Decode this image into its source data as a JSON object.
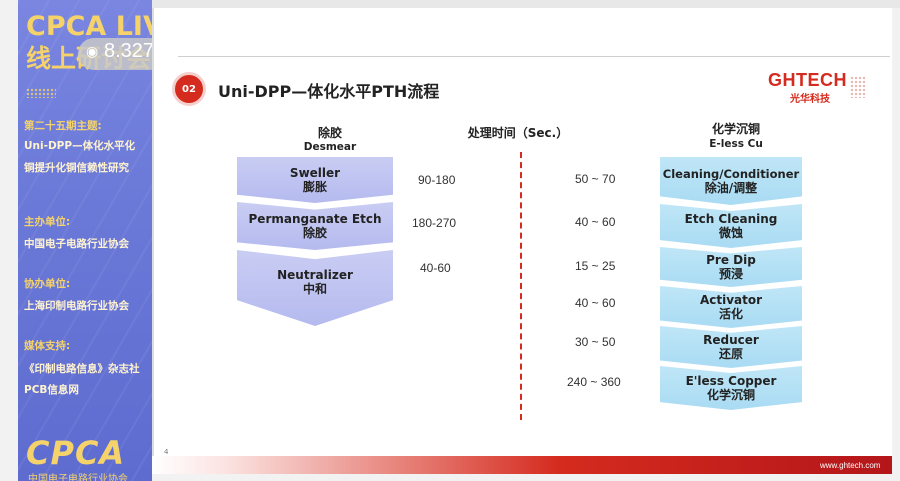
{
  "sidebar": {
    "logo_line1": "CPCA LIVE",
    "logo_line2": "线上研讨会",
    "topic_label": "第二十五期主题:",
    "topic_line1": "Uni-DPP—体化水平化",
    "topic_line2": "铜提升化铜信赖性研究",
    "host_label": "主办单位:",
    "host_value": "中国电子电路行业协会",
    "co_label": "协办单位:",
    "co_value": "上海印制电路行业协会",
    "media_label": "媒体支持:",
    "media_value1": "《印制电路信息》杂志社",
    "media_value2": "PCB信息网",
    "footer_logo": "CPCA",
    "footer_sub": "中国电子电路行业协会"
  },
  "viewer": {
    "count": "8.327"
  },
  "slide": {
    "badge": "02",
    "title": "Uni-DPP—体化水平PTH流程",
    "brand": "GHTECH",
    "brand_sub": "光华科技",
    "left_head": "除胶",
    "left_head_sub": "Desmear",
    "mid_head": "处理时间（Sec.）",
    "right_head": "化学沉铜",
    "right_head_sub": "E-less Cu",
    "left_steps": [
      {
        "en": "Sweller",
        "cn": "膨胀",
        "time": "90-180"
      },
      {
        "en": "Permanganate Etch",
        "cn": "除胶",
        "time": "180-270"
      },
      {
        "en": "Neutralizer",
        "cn": "中和",
        "time": "40-60"
      }
    ],
    "right_steps": [
      {
        "en": "Cleaning/Conditioner",
        "cn": "除油/调整",
        "time": "50 ~ 70"
      },
      {
        "en": "Etch Cleaning",
        "cn": "微蚀",
        "time": "40 ~ 60"
      },
      {
        "en": "Pre Dip",
        "cn": "预浸",
        "time": "15 ~ 25"
      },
      {
        "en": "Activator",
        "cn": "活化",
        "time": "40 ~ 60"
      },
      {
        "en": "Reducer",
        "cn": "还原",
        "time": "30 ~ 50"
      },
      {
        "en": "E'less Copper",
        "cn": "化学沉铜",
        "time": "240 ~ 360"
      }
    ],
    "page_number": "4",
    "footer_url": "www.ghtech.com",
    "accent_color": "#d52b1e"
  }
}
